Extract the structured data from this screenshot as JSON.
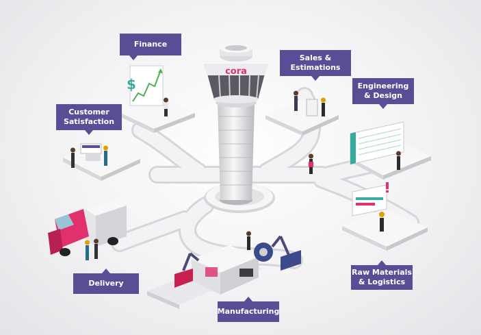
{
  "brand": {
    "logo_text": "cora",
    "accent": "#e0306e"
  },
  "label_color": "#5b4c96",
  "labels": {
    "finance": "Finance",
    "sales": [
      "Sales &",
      "Estimations"
    ],
    "engineering": [
      "Engineering",
      "& Design"
    ],
    "customer": [
      "Customer",
      "Satisfaction"
    ],
    "delivery": "Delivery",
    "manufacturing": "Manufacturing",
    "raw_materials": [
      "Raw Materials",
      "& Logistics"
    ]
  },
  "icons": {
    "finance_symbol": "$"
  }
}
